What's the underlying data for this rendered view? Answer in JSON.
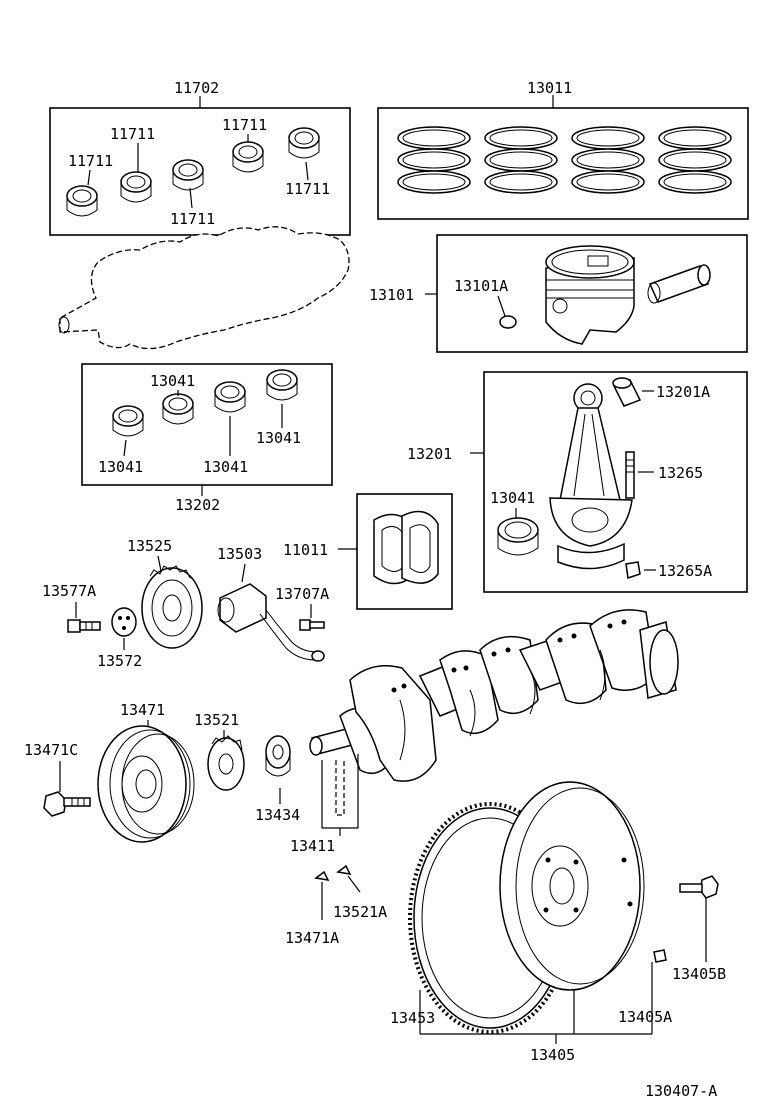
{
  "labels": {
    "p11702": "11702",
    "p11711_a": "11711",
    "p11711_b": "11711",
    "p11711_c": "11711",
    "p11711_d": "11711",
    "p11711_e": "11711",
    "p13011": "13011",
    "p13101": "13101",
    "p13101A": "13101A",
    "p13041_a": "13041",
    "p13041_b": "13041",
    "p13041_c": "13041",
    "p13041_d": "13041",
    "p13202": "13202",
    "p13201": "13201",
    "p13201A": "13201A",
    "p13265": "13265",
    "p13041_e": "13041",
    "p13265A": "13265A",
    "p11011": "11011",
    "p13525": "13525",
    "p13503": "13503",
    "p13577A": "13577A",
    "p13707A": "13707A",
    "p13572": "13572",
    "p13471": "13471",
    "p13521": "13521",
    "p13471C": "13471C",
    "p13434": "13434",
    "p13411": "13411",
    "p13521A": "13521A",
    "p13471A": "13471A",
    "p13405B": "13405B",
    "p13453": "13453",
    "p13405A": "13405A",
    "p13405": "13405",
    "diagram_code": "130407-A"
  }
}
